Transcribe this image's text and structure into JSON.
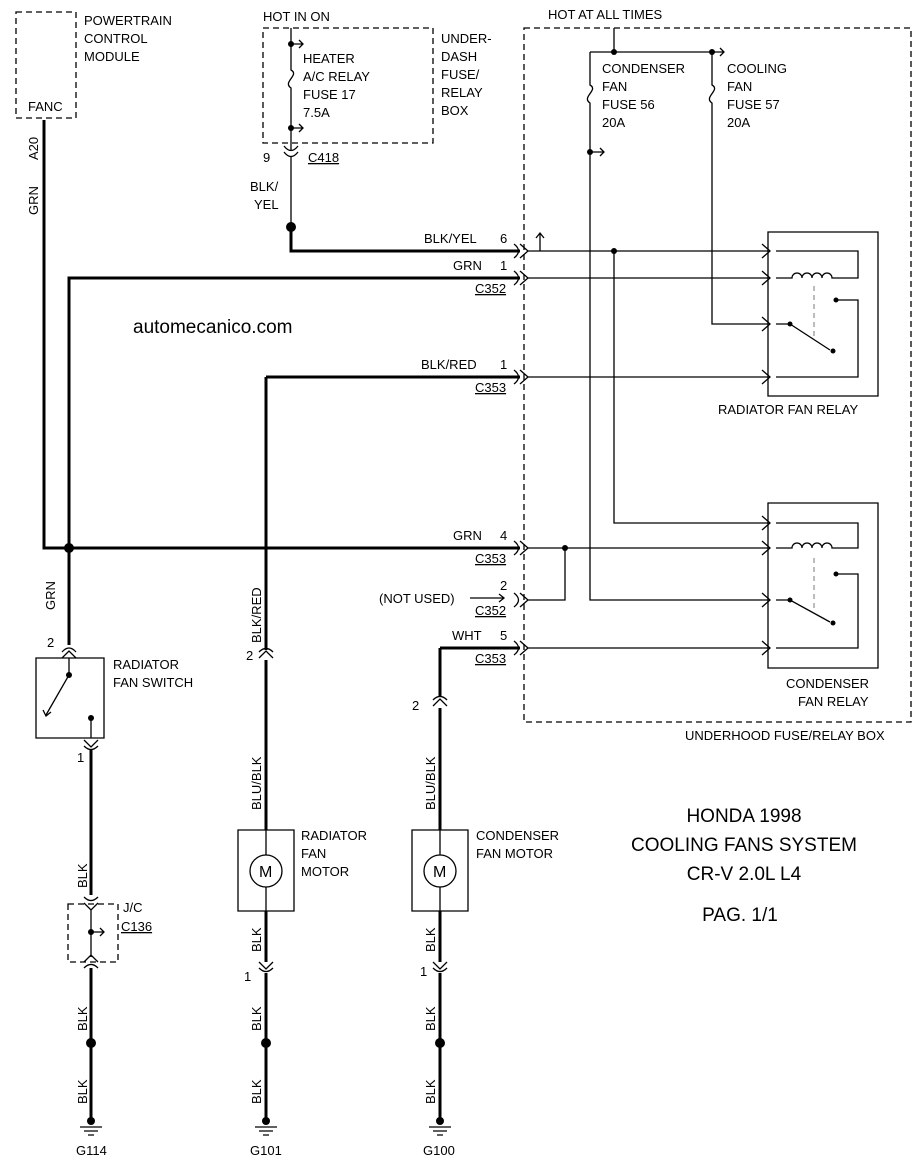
{
  "title": {
    "line1": "HONDA 1998",
    "line2": "COOLING FANS SYSTEM",
    "line3": "CR-V 2.0L L4",
    "page": "PAG. 1/1"
  },
  "watermark": "automecanico.com",
  "pcm": {
    "line1": "POWERTRAIN",
    "line2": "CONTROL",
    "line3": "MODULE",
    "pin_name": "FANC",
    "pin": "A20"
  },
  "underdash": {
    "hot_label": "HOT IN ON",
    "box_line1": "UNDER-",
    "box_line2": "DASH",
    "box_line3": "FUSE/",
    "box_line4": "RELAY",
    "box_line5": "BOX",
    "fuse_line1": "HEATER",
    "fuse_line2": "A/C RELAY",
    "fuse_line3": "FUSE 17",
    "fuse_line4": "7.5A",
    "pin": "9",
    "connector": "C418"
  },
  "underhood": {
    "hot_label": "HOT AT ALL TIMES",
    "box_label": "UNDERHOOD FUSE/RELAY BOX",
    "fuse56_line1": "CONDENSER",
    "fuse56_line2": "FAN",
    "fuse56_line3": "FUSE 56",
    "fuse56_line4": "20A",
    "fuse57_line1": "COOLING",
    "fuse57_line2": "FAN",
    "fuse57_line3": "FUSE 57",
    "fuse57_line4": "20A",
    "radiator_relay": "RADIATOR FAN RELAY",
    "condenser_relay_line1": "CONDENSER",
    "condenser_relay_line2": "FAN RELAY"
  },
  "connectors": [
    {
      "wire": "BLK/YEL",
      "pin": "6",
      "connector": ""
    },
    {
      "wire": "GRN",
      "pin": "1",
      "connector": "C352"
    },
    {
      "wire": "BLK/RED",
      "pin": "1",
      "connector": "C353"
    },
    {
      "wire": "GRN",
      "pin": "4",
      "connector": "C353"
    },
    {
      "wire": "(NOT USED)",
      "pin": "2",
      "connector": "C352"
    },
    {
      "wire": "WHT",
      "pin": "5",
      "connector": "C353"
    }
  ],
  "wire_labels": {
    "pcm_grn": "GRN",
    "blk_yel_1": "BLK/",
    "blk_yel_2": "YEL",
    "switch_grn": "GRN",
    "motor_blk_red": "BLK/RED",
    "motor_blu_blk": "BLU/BLK",
    "cond_blu_blk": "BLU/BLK",
    "sw_blk": "BLK",
    "rad_blk": "BLK",
    "cond_blk": "BLK",
    "g114_blk_1": "BLK",
    "g114_blk_2": "BLK",
    "g101_blk_1": "BLK",
    "g101_blk_2": "BLK",
    "g100_blk_1": "BLK",
    "g100_blk_2": "BLK"
  },
  "switch": {
    "line1": "RADIATOR",
    "line2": "FAN SWITCH",
    "pin_top": "2",
    "pin_bottom": "1"
  },
  "junction": {
    "line1": "J/C",
    "connector": "C136"
  },
  "rad_motor": {
    "line1": "RADIATOR",
    "line2": "FAN",
    "line3": "MOTOR",
    "symbol": "M",
    "pin_top": "2",
    "pin_bottom": "1"
  },
  "cond_motor": {
    "line1": "CONDENSER",
    "line2": "FAN MOTOR",
    "symbol": "M",
    "pin_top": "2",
    "pin_bottom": "1"
  },
  "grounds": [
    "G114",
    "G101",
    "G100"
  ]
}
